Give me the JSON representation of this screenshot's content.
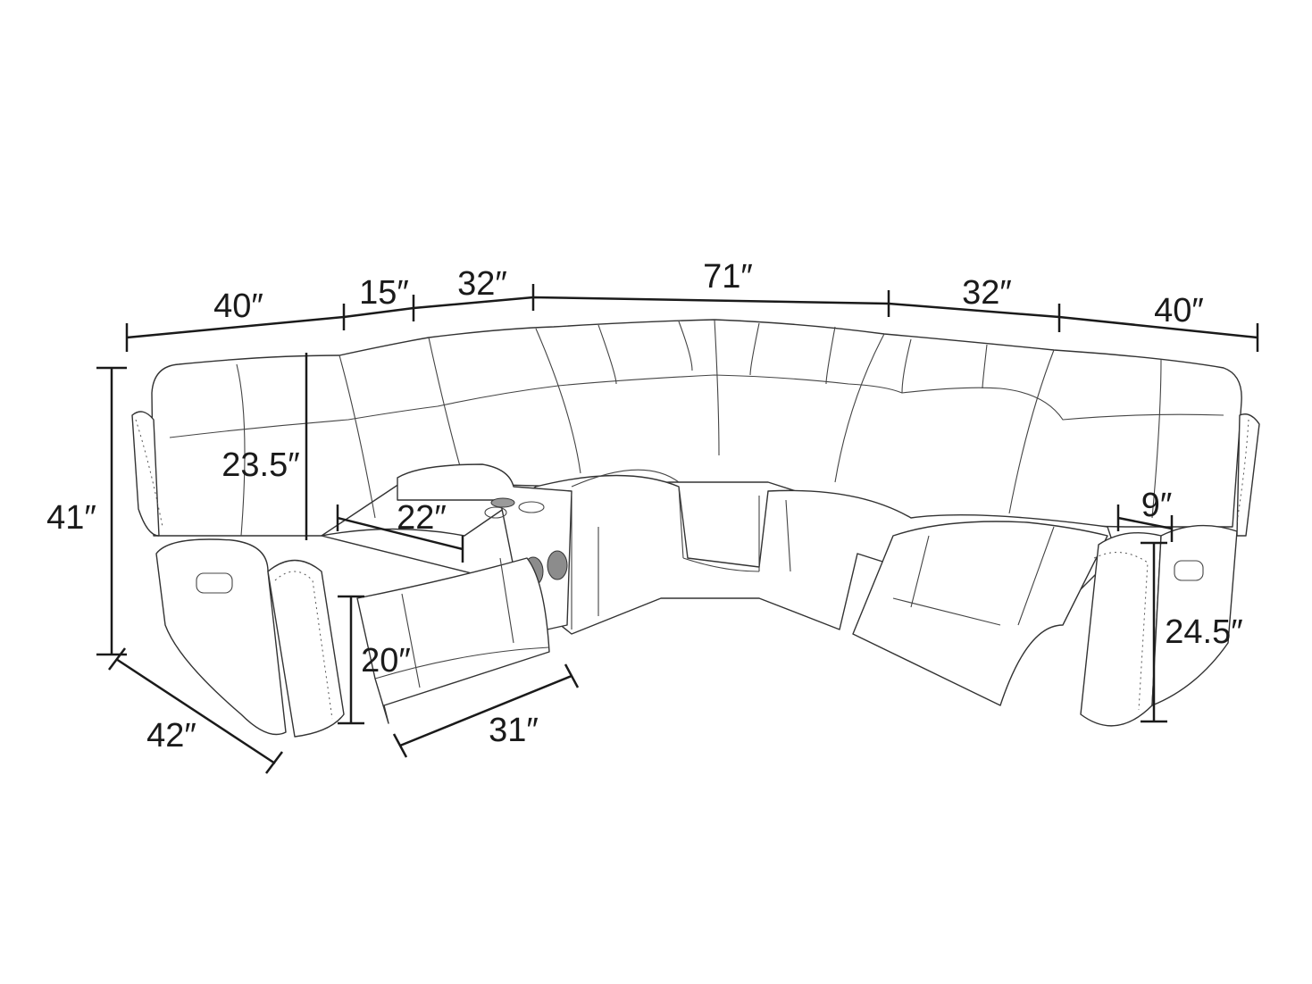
{
  "title": "Sectional sofa dimension diagram",
  "dimensions": {
    "left_recliner_width": "40″",
    "console_width": "15″",
    "left_armless_width": "32″",
    "corner_width": "71″",
    "right_armless_width": "32″",
    "right_recliner_width": "40″",
    "overall_height": "41″",
    "back_height": "23.5″",
    "seat_depth": "22″",
    "arm_width": "9″",
    "arm_height": "24.5″",
    "seat_height": "20″",
    "depth": "42″",
    "extended_footrest": "31″"
  },
  "colors": {
    "line": "#1a1a1a",
    "cupholder": "#9a9a9a",
    "speaker": "#8c8c8c"
  }
}
